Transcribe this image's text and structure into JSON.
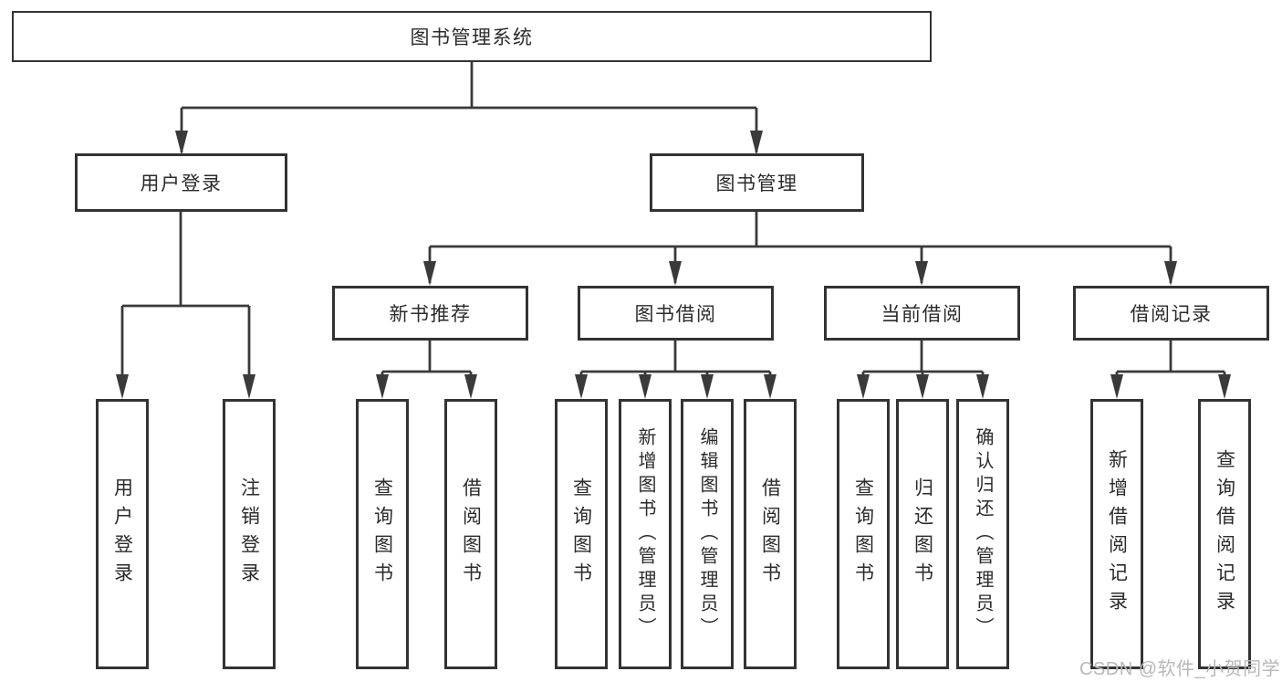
{
  "diagram": {
    "root": {
      "label": "图书管理系统"
    },
    "branches": [
      {
        "label": "用户登录",
        "children": [
          {
            "label": "用户登录"
          },
          {
            "label": "注销登录"
          }
        ]
      },
      {
        "label": "图书管理",
        "children": [
          {
            "label": "新书推荐",
            "children": [
              {
                "label": "查询图书"
              },
              {
                "label": "借阅图书"
              }
            ]
          },
          {
            "label": "图书借阅",
            "children": [
              {
                "label": "查询图书"
              },
              {
                "label": "新增图书（管理员）"
              },
              {
                "label": "编辑图书（管理员）"
              },
              {
                "label": "借阅图书"
              }
            ]
          },
          {
            "label": "当前借阅",
            "children": [
              {
                "label": "查询图书"
              },
              {
                "label": "归还图书"
              },
              {
                "label": "确认归还（管理员）"
              }
            ]
          },
          {
            "label": "借阅记录",
            "children": [
              {
                "label": "新增借阅记录"
              },
              {
                "label": "查询借阅记录"
              }
            ]
          }
        ]
      }
    ]
  },
  "watermark": {
    "text": "CSDN @软件_小贺同学"
  },
  "colors": {
    "background": "#ffffff",
    "line": "#3a3a3a",
    "border": "#333333",
    "text": "#2b2b2b",
    "watermark": "#b8b8b8"
  }
}
